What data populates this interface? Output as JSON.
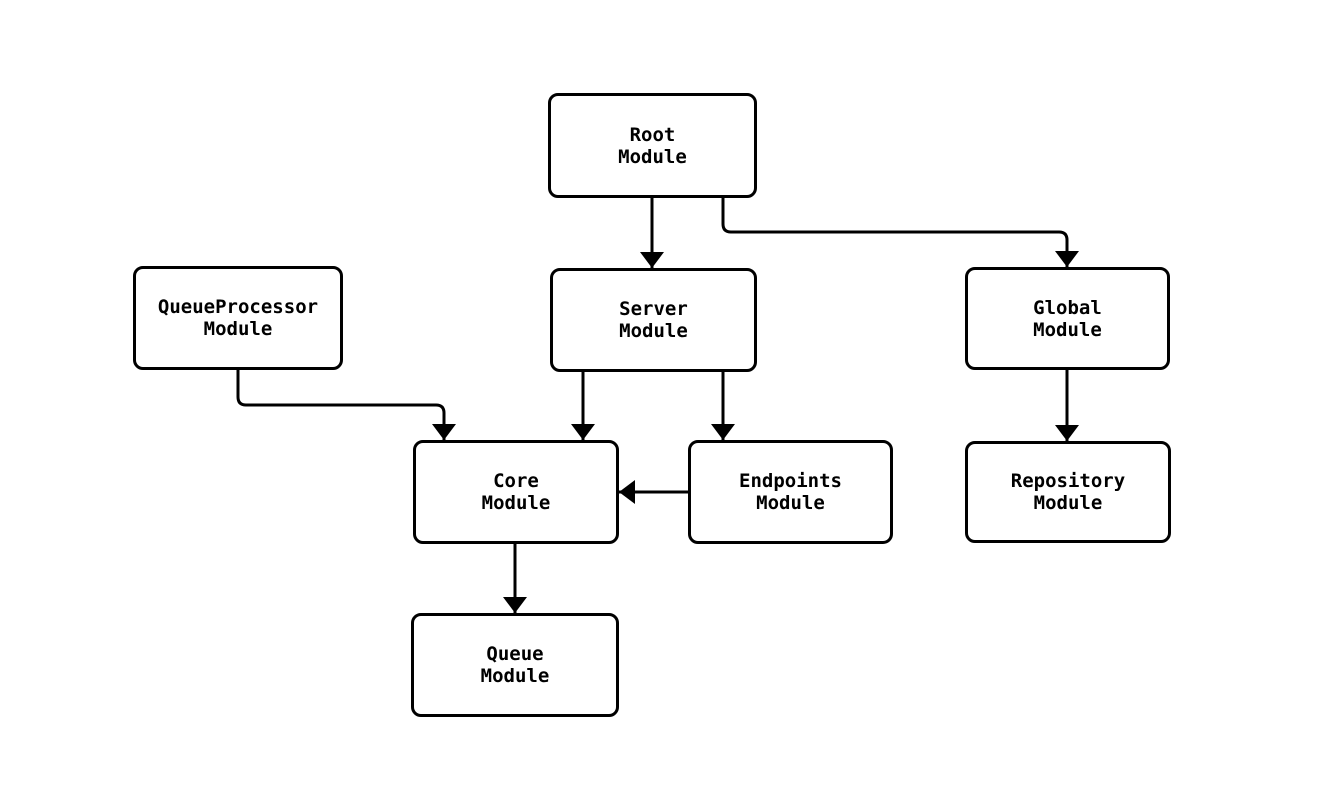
{
  "diagram": {
    "background": "#ffffff",
    "stroke_color": "#000000",
    "text_color": "#000000",
    "node_fill": "#ffffff",
    "nodes": {
      "root": {
        "label": "Root\nModule"
      },
      "queue_processor": {
        "label": "QueueProcessor\nModule"
      },
      "server": {
        "label": "Server\nModule"
      },
      "global": {
        "label": "Global\nModule"
      },
      "core": {
        "label": "Core\nModule"
      },
      "endpoints": {
        "label": "Endpoints\nModule"
      },
      "repository": {
        "label": "Repository\nModule"
      },
      "queue": {
        "label": "Queue\nModule"
      }
    },
    "edges": [
      {
        "from": "root",
        "to": "server"
      },
      {
        "from": "root",
        "to": "global"
      },
      {
        "from": "queue_processor",
        "to": "core"
      },
      {
        "from": "server",
        "to": "core"
      },
      {
        "from": "server",
        "to": "endpoints"
      },
      {
        "from": "global",
        "to": "repository"
      },
      {
        "from": "endpoints",
        "to": "core"
      },
      {
        "from": "core",
        "to": "queue"
      }
    ]
  }
}
